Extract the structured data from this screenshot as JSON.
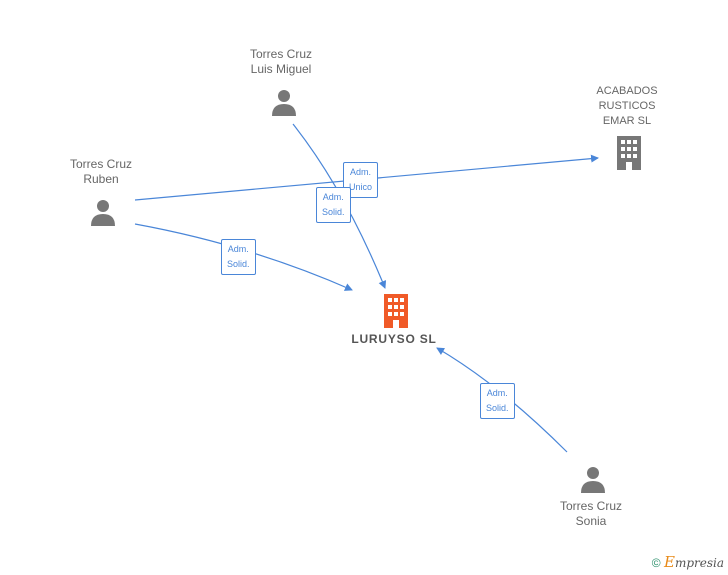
{
  "nodes": {
    "luis": {
      "label": "Torres Cruz\nLuis Miguel",
      "type": "person"
    },
    "ruben": {
      "label": "Torres Cruz\nRuben",
      "type": "person"
    },
    "sonia": {
      "label": "Torres Cruz\nSonia",
      "type": "person"
    },
    "acabados": {
      "label": "ACABADOS\nRUSTICOS\nEMAR SL",
      "type": "company"
    },
    "luruyso": {
      "label": "LURUYSO  SL",
      "type": "company-main"
    }
  },
  "relations": [
    {
      "from": "ruben",
      "to": "acabados",
      "label": "Adm.\nUnico"
    },
    {
      "from": "luis",
      "to": "luruyso",
      "label": "Adm.\nSolid."
    },
    {
      "from": "ruben",
      "to": "luruyso",
      "label": "Adm.\nSolid."
    },
    {
      "from": "sonia",
      "to": "luruyso",
      "label": "Adm.\nSolid."
    }
  ],
  "colors": {
    "edge": "#4a86d8",
    "person": "#777777",
    "company": "#777777",
    "main_company": "#f05a28"
  },
  "brand": {
    "copyright": "©",
    "e": "E",
    "name": "mpresia"
  }
}
